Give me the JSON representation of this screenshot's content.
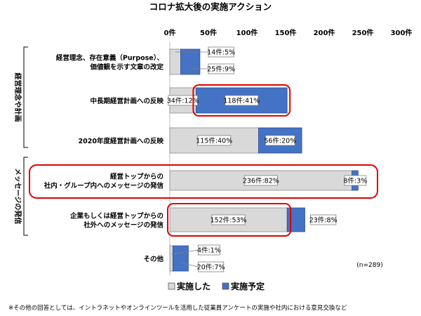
{
  "chart_data": {
    "type": "bar",
    "orientation": "horizontal",
    "stacked": true,
    "title": "コロナ拡大後の実施アクション",
    "xlim": [
      0,
      300
    ],
    "x_ticks": [
      "0件",
      "50件",
      "100件",
      "150件",
      "200件",
      "250件",
      "300件"
    ],
    "categories": [
      [
        "経営理念、存在意義（Purpose）、",
        "価値観を示す文章の改定"
      ],
      [
        "中長期経営計画への反映"
      ],
      [
        "2020年度経営計画への反映"
      ],
      [
        "経営トップからの",
        "社内・グループ内へのメッセージの発信"
      ],
      [
        "企業もしくは経営トップからの",
        "社外へのメッセージの発信"
      ],
      [
        "その他"
      ]
    ],
    "groups": [
      {
        "label": "経営理念や計画",
        "rows": [
          0,
          1,
          2
        ]
      },
      {
        "label": "メッセージの発信",
        "rows": [
          3,
          4
        ]
      }
    ],
    "series": [
      {
        "name": "実施した",
        "color": "#d9d9d9",
        "values": [
          14,
          34,
          115,
          236,
          152,
          4
        ],
        "labels": [
          "14件:5%",
          "34件:12%",
          "115件:40%",
          "236件:82%",
          "152件:53%",
          "4件:1%"
        ]
      },
      {
        "name": "実施予定",
        "color": "#4472c4",
        "values": [
          25,
          118,
          56,
          8,
          23,
          20
        ],
        "labels": [
          "25件:9%",
          "118件:41%",
          "56件:20%",
          "8件:3%",
          "23件:8%",
          "20件:7%"
        ]
      }
    ],
    "highlight_color": "#e00000",
    "note": "(n=289)",
    "legend_position": "bottom",
    "footnote": "※その他の回答としては、イントラネットやオンラインツールを活用した従業員アンケートの実施や社内における意見交換など"
  }
}
